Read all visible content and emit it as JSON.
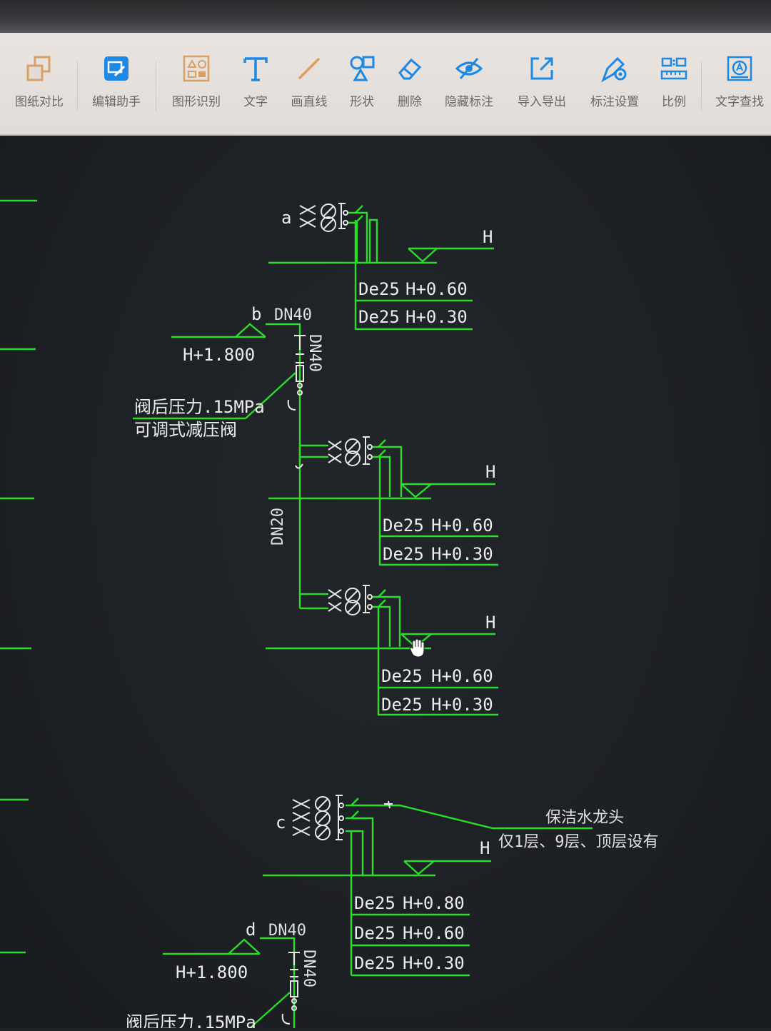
{
  "toolbar": {
    "items": [
      {
        "label": "图纸对比",
        "icon": "compare-drawings-icon"
      },
      {
        "label": "编辑助手",
        "icon": "edit-assistant-icon"
      },
      {
        "label": "图形识别",
        "icon": "shape-recognition-icon"
      },
      {
        "label": "文字",
        "icon": "text-icon"
      },
      {
        "label": "画直线",
        "icon": "draw-line-icon"
      },
      {
        "label": "形状",
        "icon": "shapes-icon"
      },
      {
        "label": "删除",
        "icon": "eraser-icon"
      },
      {
        "label": "隐藏标注",
        "icon": "hide-annotation-icon"
      },
      {
        "label": "导入导出",
        "icon": "import-export-icon"
      },
      {
        "label": "标注设置",
        "icon": "annotation-settings-icon"
      },
      {
        "label": "比例",
        "icon": "scale-ruler-icon"
      },
      {
        "label": "文字查找",
        "icon": "text-search-icon"
      }
    ],
    "accent_color": "#1e88e5",
    "icon_color": "#d9a066"
  },
  "drawing": {
    "line_color": "#2bdc2b",
    "text_color": "#ececec",
    "labels": {
      "a": "a",
      "b": "b",
      "c": "c",
      "d": "d",
      "h": "H",
      "dn40": "DN40",
      "dn20": "DN20",
      "de25": "De25",
      "h080": "H+0.80",
      "h060": "H+0.60",
      "h030": "H+0.30",
      "h1800": "H+1.800",
      "valve_pressure": "阀后压力.15MPa",
      "valve_pressure_partial": "阀后压力.15MPa",
      "valve_type": "可调式减压阀",
      "faucet": "保洁水龙头",
      "faucet_floors": "仅1层、9层、顶层设有"
    }
  }
}
